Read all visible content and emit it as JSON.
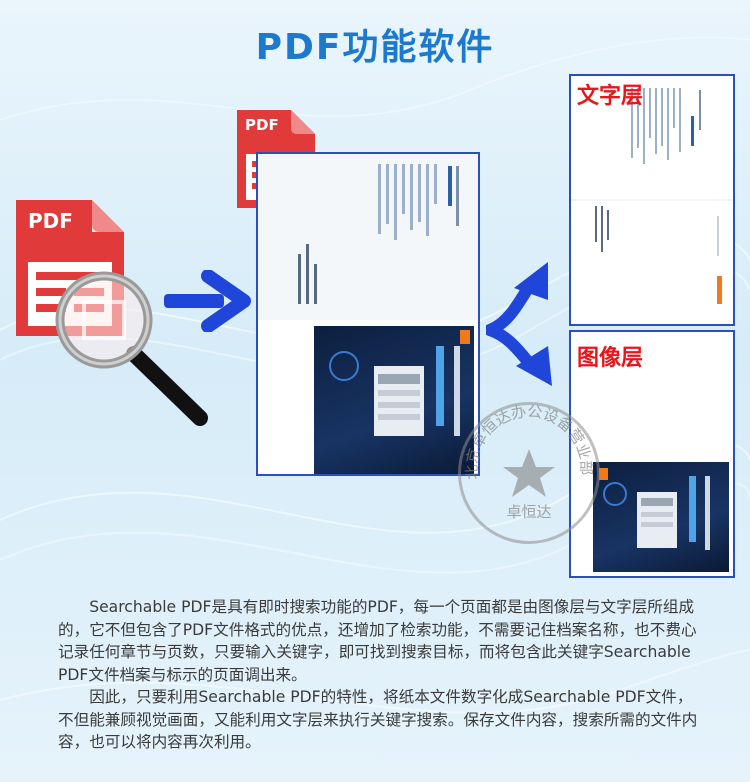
{
  "title": "PDF功能软件",
  "labels": {
    "text_layer": "文字层",
    "image_layer": "图像层"
  },
  "pdf_icon_text": "PDF",
  "stamp": {
    "arc_text": "北京卓恒达办公设备营业部",
    "name": "卓恒达"
  },
  "description": [
    "Searchable PDF是具有即时搜索功能的PDF，每一个页面都是由图像层与文字层所组成的，它不但包含了PDF文件格式的优点，还增加了检索功能，不需要记住档案名称，也不费心记录任何章节与页数，只要输入关键字，即可找到搜索目标，而将包含此关键字Searchable PDF文件档案与标示的页面调出来。",
    "因此，只要利用Searchable PDF的特性，将纸本文件数字化成Searchable PDF文件，不但能兼顾视觉画面，又能利用文字层来执行关键字搜索。保存文件内容，搜索所需的文件内容，也可以将内容再次利用。"
  ],
  "colors": {
    "title": "#1b79cf",
    "pdf_red": "#e03a3a",
    "arrow_blue": "#1f46d8",
    "label_red": "#e8161a",
    "panel_border": "#2a4fbf"
  }
}
